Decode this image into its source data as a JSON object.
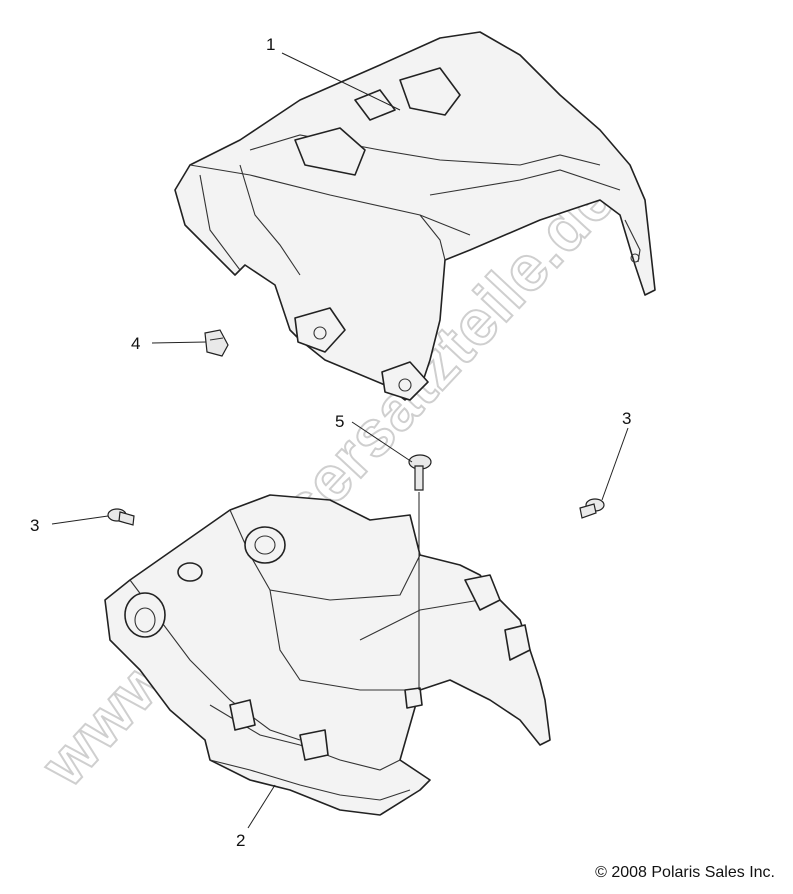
{
  "callouts": {
    "upper_cover": "1",
    "lower_cover": "2",
    "screw_left": "3",
    "screw_right": "3",
    "clip": "4",
    "screw_center": "5"
  },
  "copyright": "© 2008 Polaris Sales Inc.",
  "watermark": "www.polarisersatzteile.de",
  "colors": {
    "line": "#222222",
    "fill": "#f3f3f3",
    "watermark": "#e8e8e8"
  }
}
